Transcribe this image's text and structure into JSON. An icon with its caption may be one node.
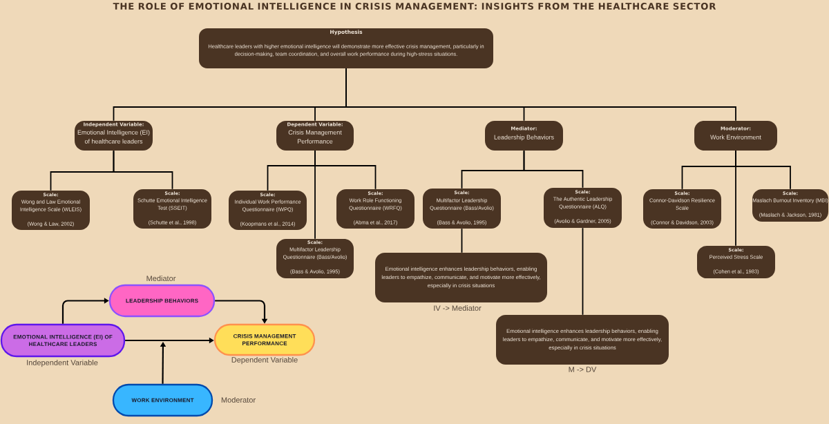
{
  "diagram": {
    "title": "THE ROLE OF EMOTIONAL INTELLIGENCE IN CRISIS MANAGEMENT: INSIGHTS FROM THE HEALTHCARE SECTOR",
    "nodes": [
      {
        "text": [
          "Hypothesis",
          "Healthcare leaders with higher emotional intelligence will demonstrate more effective crisis management, particularly in decision-making, team coordination, and overall work performance during high-stress situations."
        ]
      },
      {
        "text": [
          "Independent Variable:",
          "Emotional Intelligence (EI) of healthcare leaders"
        ]
      },
      {
        "text": [
          "Dependent Variable:",
          "Crisis Management Performance"
        ]
      },
      {
        "text": [
          "Mediator:",
          "Leadership Behaviors"
        ]
      },
      {
        "text": [
          "Moderator:",
          "Work Environment"
        ]
      },
      {
        "text": [
          "Scale:",
          "Wong and Law Emotional Intelligence Scale (WLEIS)",
          "(Wong & Law, 2002)"
        ]
      },
      {
        "text": [
          "Scale:",
          "Schutte Emotional Intelligence Test (SSEIT)",
          "(Schutte et al., 1998)"
        ]
      },
      {
        "text": [
          "Scale:",
          "Individual Work Performance Questionnaire (IWPQ)",
          "(Koopmans et al., 2014)"
        ]
      },
      {
        "text": [
          "Scale:",
          "Work Role Functioning Questionnaire (WRFQ)",
          "(Abma et al., 2017)"
        ]
      },
      {
        "text": [
          "Scale:",
          "Multifactor Leadership Questionnaire (Bass/Avolio)",
          "(Bass & Avolio, 1995)"
        ]
      },
      {
        "text": [
          "Scale:",
          "Multifactor Leadership Questionnaire (Bass/Avolio)",
          "(Bass & Avolio, 1995)"
        ]
      },
      {
        "text": [
          "Scale:",
          "The Authentic Leadership Questionnaire (ALQ)",
          "(Avolio & Gardner, 2005)"
        ]
      },
      {
        "text": [
          "Scale:",
          "Connor-Davidson Resilience Scale",
          "(Connor & Davidson, 2003)"
        ]
      },
      {
        "text": [
          "Scale:",
          "Maslach Burnout Inventory (MBI)",
          "(Maslach & Jackson, 1981)"
        ]
      },
      {
        "text": [
          "Scale:",
          "Perceived Stress Scale",
          "(Cohen et al., 1983)"
        ]
      },
      {
        "text": [
          "Emotional intelligence enhances leadership behaviors, enabling leaders to empathize, communicate, and motivate more effectively, especially in crisis situations"
        ],
        "beside": [
          "IV -> Mediator"
        ]
      },
      {
        "text": [
          "Emotional intelligence enhances leadership behaviors, enabling leaders to empathize, communicate, and motivate more effectively, especially in crisis situations"
        ],
        "beside": [
          "M -> DV"
        ]
      },
      {
        "text": [
          "LEADERSHIP BEHAVIORS"
        ],
        "beside": [
          "Mediator"
        ]
      },
      {
        "text": [
          "EMOTIONAL INTELLIGENCE (EI) OF HEALTHCARE LEADERS"
        ],
        "beside": [
          "Independent Variable"
        ]
      },
      {
        "text": [
          "CRISIS MANAGEMENT PERFORMANCE"
        ],
        "beside": [
          "Dependent Variable"
        ]
      },
      {
        "text": [
          "WORK ENVIRONMENT"
        ],
        "beside": [
          "Moderator"
        ]
      }
    ],
    "edges": [
      {
        "from": 0,
        "to": 1,
        "arrow": "none"
      },
      {
        "from": 0,
        "to": 2,
        "arrow": "none"
      },
      {
        "from": 0,
        "to": 3,
        "arrow": "none"
      },
      {
        "from": 0,
        "to": 4,
        "arrow": "none"
      },
      {
        "from": 1,
        "to": 5,
        "arrow": "none"
      },
      {
        "from": 1,
        "to": 6,
        "arrow": "none"
      },
      {
        "from": 2,
        "to": 7,
        "arrow": "none"
      },
      {
        "from": 2,
        "to": 8,
        "arrow": "none"
      },
      {
        "from": 2,
        "to": 9,
        "arrow": "none"
      },
      {
        "from": 3,
        "to": 10,
        "arrow": "none"
      },
      {
        "from": 3,
        "to": 11,
        "arrow": "none"
      },
      {
        "from": 4,
        "to": 12,
        "arrow": "none"
      },
      {
        "from": 4,
        "to": 13,
        "arrow": "none"
      },
      {
        "from": 4,
        "to": 14,
        "arrow": "none"
      },
      {
        "from": 10,
        "to": 15,
        "arrow": "none"
      },
      {
        "from": 11,
        "to": 16,
        "arrow": "none"
      },
      {
        "from": 18,
        "to": 17,
        "arrow": "to"
      },
      {
        "from": 17,
        "to": 19,
        "arrow": "to"
      },
      {
        "from": 18,
        "to": 19,
        "arrow": "to"
      },
      {
        "from": 20,
        "to": null,
        "arrow": "to"
      }
    ]
  }
}
